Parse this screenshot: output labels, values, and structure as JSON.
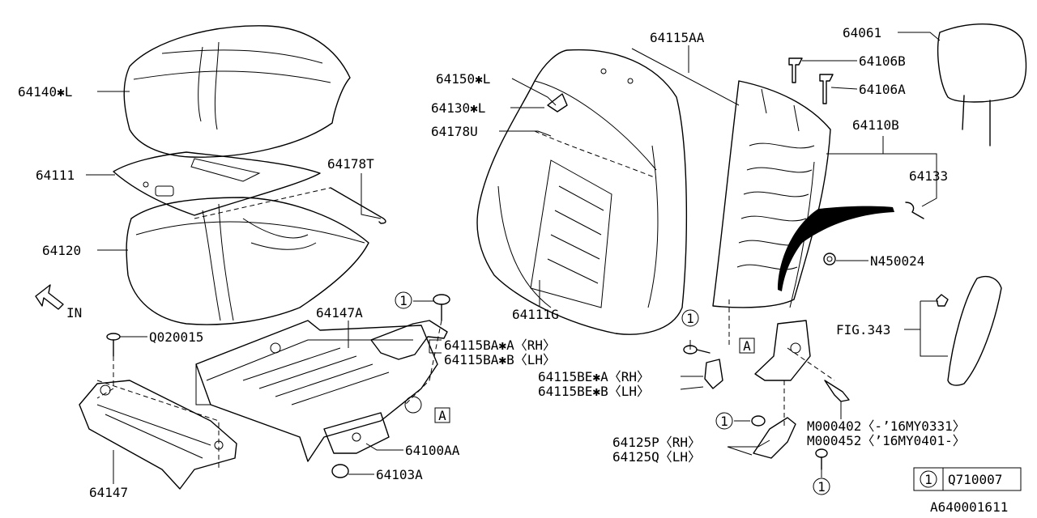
{
  "labels": {
    "cushion_pad_cover": "64140✱L",
    "cushion_mat": "64111",
    "clip_t": "64178T",
    "cushion_pad": "64120",
    "in_marker": "IN",
    "bolt_q": "Q020015",
    "cushion_frame": "64147A",
    "side_cover_rh": "64115BA✱A〈RH〉",
    "side_cover_lh": "64115BA✱B〈LH〉",
    "adjuster": "64100AA",
    "knob": "64103A",
    "pan": "64147",
    "back_cover": "64115AA",
    "back_cover_pad": "64150✱L",
    "back_mat": "64130✱L",
    "clip_u": "64178U",
    "back_mat_g": "64111G",
    "back_side_rh": "64115BE✱A〈RH〉",
    "back_side_lh": "64115BE✱B〈LH〉",
    "headrest": "64061",
    "guide_b": "64106B",
    "guide_a": "64106A",
    "back_frame": "64110B",
    "clip_133": "64133",
    "nut": "N450024",
    "fig_ref": "FIG.343",
    "bolt_m402": "M000402〈-’16MY0331〉",
    "bolt_m452": "M000452〈’16MY0401-〉",
    "hinge_rh": "64125P〈RH〉",
    "hinge_lh": "64125Q〈LH〉",
    "ref_a": "A",
    "callout_1": "1",
    "legend_number": "1",
    "legend_part": "Q710007",
    "diagram_id": "A640001611"
  }
}
